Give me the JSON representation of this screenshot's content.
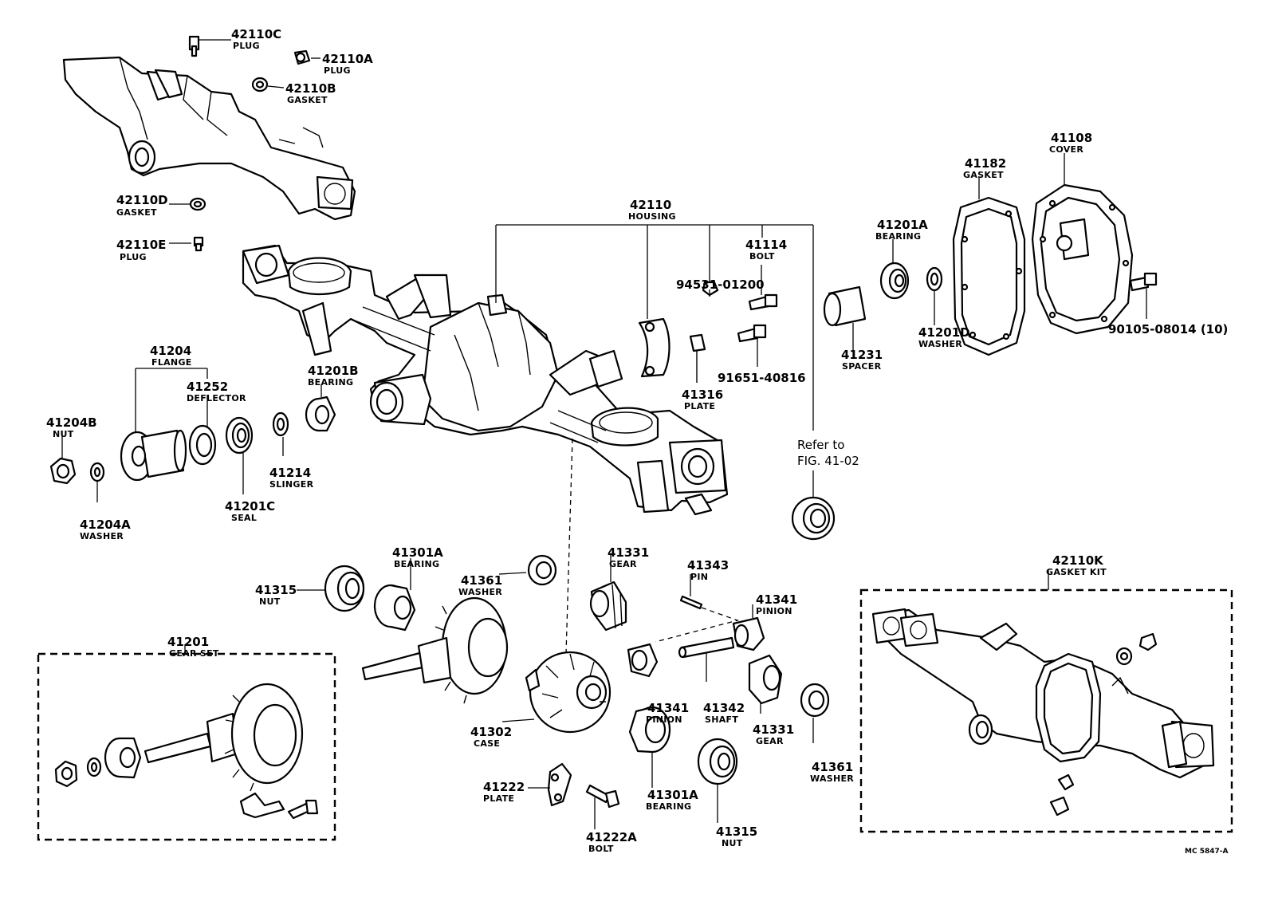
{
  "labels": {
    "l42110c": {
      "num": "42110C",
      "name": "PLUG"
    },
    "l42110a": {
      "num": "42110A",
      "name": "PLUG"
    },
    "l42110b": {
      "num": "42110B",
      "name": "GASKET"
    },
    "l42110d": {
      "num": "42110D",
      "name": "GASKET"
    },
    "l42110e": {
      "num": "42110E",
      "name": "PLUG"
    },
    "l42110": {
      "num": "42110",
      "name": "HOUSING"
    },
    "l41114": {
      "num": "41114",
      "name": "BOLT"
    },
    "l94531": {
      "num": "94531-01200"
    },
    "l91651": {
      "num": "91651-40816"
    },
    "l41316": {
      "num": "41316",
      "name": "PLATE"
    },
    "l41201a_top": {
      "num": "41201A",
      "name": "BEARING"
    },
    "l41182": {
      "num": "41182",
      "name": "GASKET"
    },
    "l41108": {
      "num": "41108",
      "name": "COVER"
    },
    "l90105": {
      "num": "90105-08014 (10)"
    },
    "l41231": {
      "num": "41231",
      "name": "SPACER"
    },
    "l41201d": {
      "num": "41201D",
      "name": "WASHER"
    },
    "l41204": {
      "num": "41204",
      "name": "FLANGE"
    },
    "l41252": {
      "num": "41252",
      "name": "DEFLECTOR"
    },
    "l41201b": {
      "num": "41201B",
      "name": "BEARING"
    },
    "l41204b": {
      "num": "41204B",
      "name": "NUT"
    },
    "l41214": {
      "num": "41214",
      "name": "SLINGER"
    },
    "l41201c": {
      "num": "41201C",
      "name": "SEAL"
    },
    "l41204a": {
      "num": "41204A",
      "name": "WASHER"
    },
    "l41301a_top": {
      "num": "41301A",
      "name": "BEARING"
    },
    "l41315_left": {
      "num": "41315",
      "name": "NUT"
    },
    "l41361_top": {
      "num": "41361",
      "name": "WASHER"
    },
    "l41331_top": {
      "num": "41331",
      "name": "GEAR"
    },
    "l41343": {
      "num": "41343",
      "name": "PIN"
    },
    "l41341_right": {
      "num": "41341",
      "name": "PINION"
    },
    "l41201": {
      "num": "41201",
      "name": "GEAR SET"
    },
    "l41302": {
      "num": "41302",
      "name": "CASE"
    },
    "l41341_left": {
      "num": "41341",
      "name": "PINION"
    },
    "l41342": {
      "num": "41342",
      "name": "SHAFT"
    },
    "l41331_bot": {
      "num": "41331",
      "name": "GEAR"
    },
    "l41361_bot": {
      "num": "41361",
      "name": "WASHER"
    },
    "l41222": {
      "num": "41222",
      "name": "PLATE"
    },
    "l41222a": {
      "num": "41222A",
      "name": "BOLT"
    },
    "l41301a_bot": {
      "num": "41301A",
      "name": "BEARING"
    },
    "l41315_bot": {
      "num": "41315",
      "name": "NUT"
    },
    "l42110k": {
      "num": "42110K",
      "name": "GASKET KIT"
    }
  },
  "reference_note": {
    "line1": "Refer to",
    "line2": "FIG. 41-02"
  },
  "drawing_code": "MC 5847-A"
}
